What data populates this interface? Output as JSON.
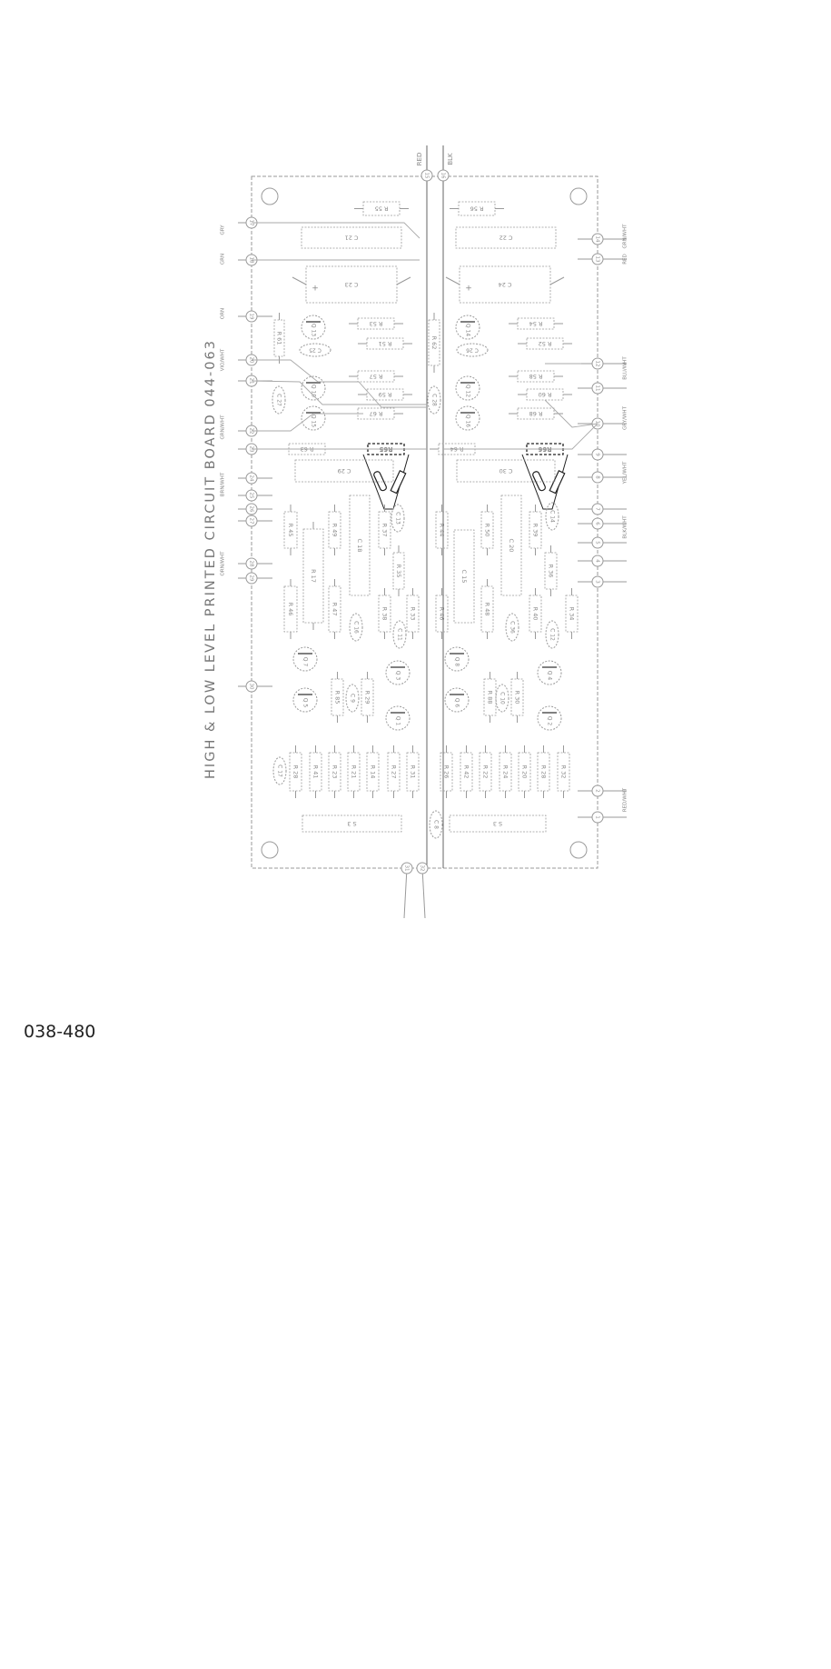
{
  "title": "HIGH & LOW LEVEL PRINTED CIRCUIT BOARD 044-063",
  "document_number": "038-480",
  "colors": {
    "line": "#9a9a9a",
    "probe": "#222222",
    "text": "#888888"
  },
  "top_wires": [
    "RED",
    "BLK"
  ],
  "components": [
    {
      "label": "R 55",
      "kind": "resistor"
    },
    {
      "label": "R 56",
      "kind": "resistor"
    },
    {
      "label": "C 21",
      "kind": "capacitor"
    },
    {
      "label": "C 22",
      "kind": "capacitor"
    },
    {
      "label": "C 23",
      "kind": "electrolytic"
    },
    {
      "label": "C 24",
      "kind": "electrolytic"
    },
    {
      "label": "R 53",
      "kind": "resistor"
    },
    {
      "label": "R 54",
      "kind": "resistor"
    },
    {
      "label": "R 51",
      "kind": "resistor"
    },
    {
      "label": "R 52",
      "kind": "resistor"
    },
    {
      "label": "R 61",
      "kind": "resistor"
    },
    {
      "label": "R 62",
      "kind": "resistor"
    },
    {
      "label": "R 57",
      "kind": "resistor"
    },
    {
      "label": "R 58",
      "kind": "resistor"
    },
    {
      "label": "R 59",
      "kind": "resistor"
    },
    {
      "label": "R 60",
      "kind": "resistor"
    },
    {
      "label": "R 67",
      "kind": "resistor"
    },
    {
      "label": "R 68",
      "kind": "resistor"
    },
    {
      "label": "R 63",
      "kind": "resistor"
    },
    {
      "label": "R 64",
      "kind": "resistor"
    },
    {
      "label": "R65",
      "kind": "probed-resistor"
    },
    {
      "label": "R66",
      "kind": "probed-resistor"
    },
    {
      "label": "C 29",
      "kind": "capacitor"
    },
    {
      "label": "C 30",
      "kind": "capacitor"
    },
    {
      "label": "R 45",
      "kind": "resistor"
    },
    {
      "label": "R 17",
      "kind": "resistor"
    },
    {
      "label": "R 49",
      "kind": "resistor"
    },
    {
      "label": "C 18",
      "kind": "capacitor"
    },
    {
      "label": "R 37",
      "kind": "resistor"
    },
    {
      "label": "R 44",
      "kind": "resistor"
    },
    {
      "label": "C 15",
      "kind": "capacitor"
    },
    {
      "label": "R 50",
      "kind": "resistor"
    },
    {
      "label": "C 20",
      "kind": "capacitor"
    },
    {
      "label": "R 39",
      "kind": "resistor"
    },
    {
      "label": "R 35",
      "kind": "resistor"
    },
    {
      "label": "R 36",
      "kind": "resistor"
    },
    {
      "label": "R 46",
      "kind": "resistor"
    },
    {
      "label": "R 47",
      "kind": "resistor"
    },
    {
      "label": "R 38",
      "kind": "resistor"
    },
    {
      "label": "R 33",
      "kind": "resistor"
    },
    {
      "label": "R 46",
      "kind": "resistor"
    },
    {
      "label": "R 48",
      "kind": "resistor"
    },
    {
      "label": "R 40",
      "kind": "resistor"
    },
    {
      "label": "R 34",
      "kind": "resistor"
    },
    {
      "label": "R 85",
      "kind": "resistor"
    },
    {
      "label": "R 29",
      "kind": "resistor"
    },
    {
      "label": "R 88",
      "kind": "resistor"
    },
    {
      "label": "R 30",
      "kind": "resistor"
    },
    {
      "label": "R 28",
      "kind": "resistor"
    },
    {
      "label": "R 41",
      "kind": "resistor"
    },
    {
      "label": "R 23",
      "kind": "resistor"
    },
    {
      "label": "R 21",
      "kind": "resistor"
    },
    {
      "label": "R 14",
      "kind": "resistor"
    },
    {
      "label": "R 27",
      "kind": "resistor"
    },
    {
      "label": "R 31",
      "kind": "resistor"
    },
    {
      "label": "R 26",
      "kind": "resistor"
    },
    {
      "label": "R 42",
      "kind": "resistor"
    },
    {
      "label": "R 22",
      "kind": "resistor"
    },
    {
      "label": "R 24",
      "kind": "resistor"
    },
    {
      "label": "R 20",
      "kind": "resistor"
    },
    {
      "label": "R 28",
      "kind": "resistor"
    },
    {
      "label": "R 32",
      "kind": "resistor"
    },
    {
      "label": "S 3",
      "kind": "capacitor"
    },
    {
      "label": "S 3",
      "kind": "capacitor"
    }
  ],
  "small_capacitors": [
    "C 25",
    "C 26",
    "C 27",
    "C 28",
    "C 13",
    "C 14",
    "C 16",
    "C 11",
    "C 36",
    "C 12",
    "C 9",
    "C 10",
    "C 17",
    "C 8"
  ],
  "transistors": [
    "Q 13",
    "Q 14",
    "Q 10",
    "Q 12",
    "Q 15",
    "Q 16",
    "Q 7",
    "Q 8",
    "Q 3",
    "Q 4",
    "Q 5",
    "Q 6",
    "Q 1",
    "Q 2"
  ],
  "left_pins": [
    "17",
    "18",
    "19",
    "20",
    "21",
    "22",
    "23",
    "24",
    "25",
    "26",
    "27",
    "28",
    "29",
    "30"
  ],
  "right_pins": [
    "14",
    "13",
    "12",
    "11",
    "10",
    "9",
    "8",
    "7",
    "6",
    "5",
    "4",
    "3",
    "2",
    "1"
  ],
  "top_pins": [
    "15",
    "16"
  ],
  "bottom_pins": [
    "31",
    "32"
  ],
  "wire_labels": [
    "GRY",
    "GRN",
    "ORN",
    "VIO/WHT",
    "GRN/WHT",
    "ORN/WHT",
    "GRN/WHT",
    "RED",
    "BLU/WHT",
    "GRY/WHT",
    "YEL/WHT",
    "BLK/WHT",
    "RED/WHT",
    "BRN/WHT"
  ]
}
